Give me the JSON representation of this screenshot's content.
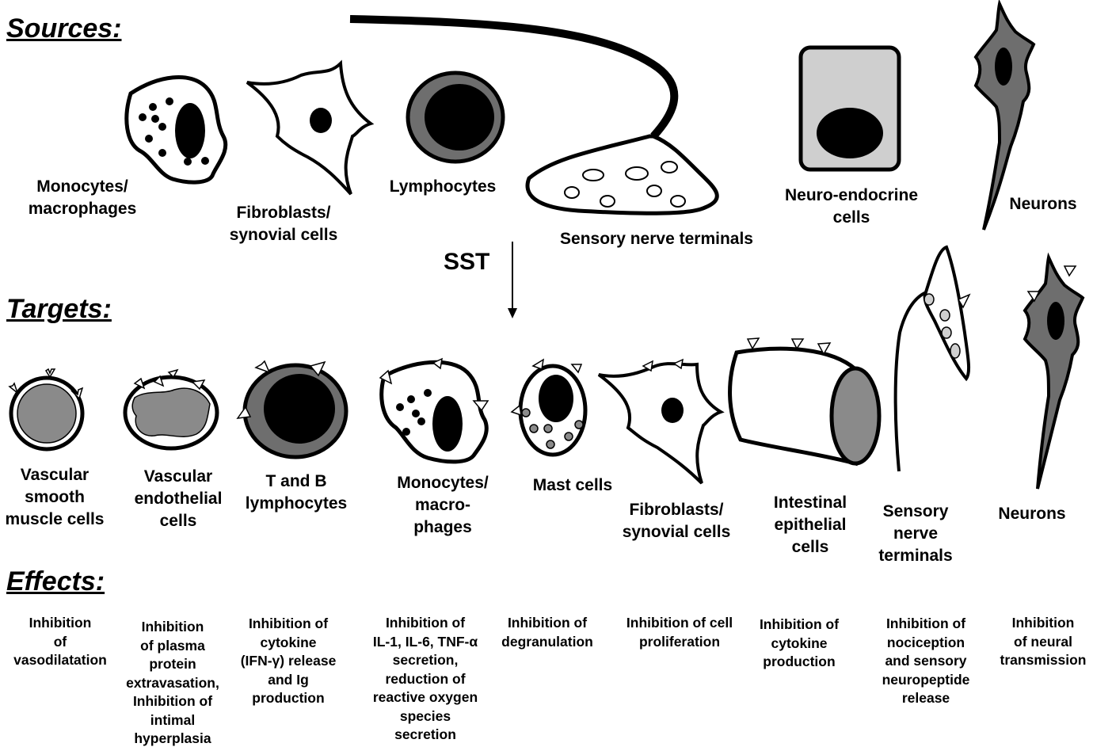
{
  "headings": {
    "sources": "Sources:",
    "targets": "Targets:",
    "effects": "Effects:"
  },
  "arrow_label": "SST",
  "sources": [
    {
      "label": "Monocytes/\nmacrophages"
    },
    {
      "label": "Fibroblasts/\nsynovial cells"
    },
    {
      "label": "Lymphocytes"
    },
    {
      "label": "Sensory nerve terminals"
    },
    {
      "label": "Neuro-endocrine\ncells"
    },
    {
      "label": "Neurons"
    }
  ],
  "targets": [
    {
      "label": "Vascular\nsmooth\nmuscle cells",
      "effect": "Inhibition\nof\nvasodilatation"
    },
    {
      "label": "Vascular\nendothelial\ncells",
      "effect": "Inhibition\nof plasma\nprotein\nextravasation,\nInhibition of\nintimal\nhyperplasia"
    },
    {
      "label": "T and B\nlymphocytes",
      "effect": "Inhibition of\ncytokine\n(IFN-γ) release\nand Ig\nproduction"
    },
    {
      "label": "Monocytes/\nmacro-\nphages",
      "effect": "Inhibition of\nIL-1, IL-6, TNF-α\nsecretion,\nreduction of\nreactive oxygen\nspecies\nsecretion"
    },
    {
      "label": "Mast cells",
      "effect": "Inhibition of\ndegranulation"
    },
    {
      "label": "Fibroblasts/\nsynovial cells",
      "effect": "Inhibition of cell\nproliferation"
    },
    {
      "label": "Intestinal\nepithelial\ncells",
      "effect": "Inhibition of\ncytokine\nproduction"
    },
    {
      "label": "Sensory\nnerve\nterminals",
      "effect": "Inhibition of\nnociception\nand sensory\nneuropeptide\nrelease"
    },
    {
      "label": "Neurons",
      "effect": "Inhibition\nof neural\ntransmission"
    }
  ],
  "colors": {
    "stroke": "#000000",
    "dark_gray": "#6e6e6e",
    "mid_gray": "#8a8a8a",
    "light_gray": "#cfcfcf",
    "fill_white": "#ffffff"
  }
}
